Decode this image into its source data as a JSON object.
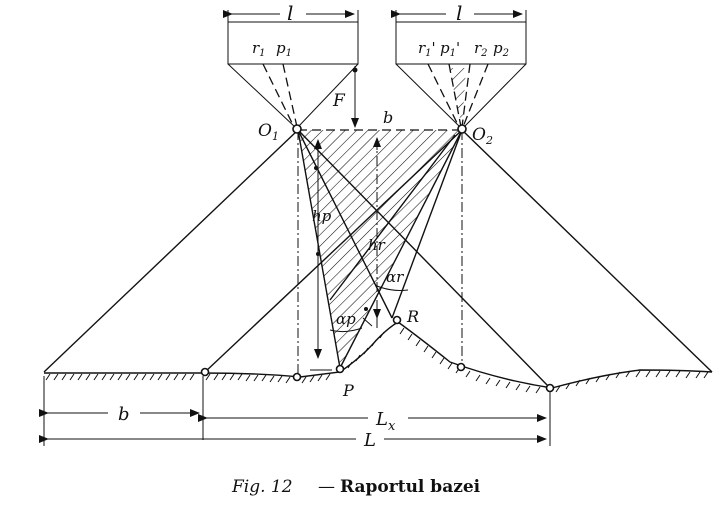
{
  "figure": {
    "labels": {
      "l_left": "l",
      "l_right": "l",
      "r1": "r",
      "r1_sub": "1",
      "p1": "p",
      "p1_sub": "1",
      "r1_prime": "r",
      "r1_prime_sub": "1",
      "p1_prime": "p",
      "p1_prime_sub": "1",
      "r2": "r",
      "r2_sub": "2",
      "p2": "p",
      "p2_sub": "2",
      "F": "F",
      "O1": "O",
      "O1_sub": "1",
      "O2": "O",
      "O2_sub": "2",
      "b_top": "b",
      "hp": "hp",
      "hr": "hr",
      "alpha_r": "αr",
      "alpha_p": "αp",
      "R": "R",
      "P": "P",
      "b_bottom": "b",
      "Lx": "L",
      "Lx_sub": "x",
      "L": "L"
    },
    "caption": {
      "fig": "Fig. 12",
      "dash": "—",
      "title": "Raportul bazei"
    }
  }
}
